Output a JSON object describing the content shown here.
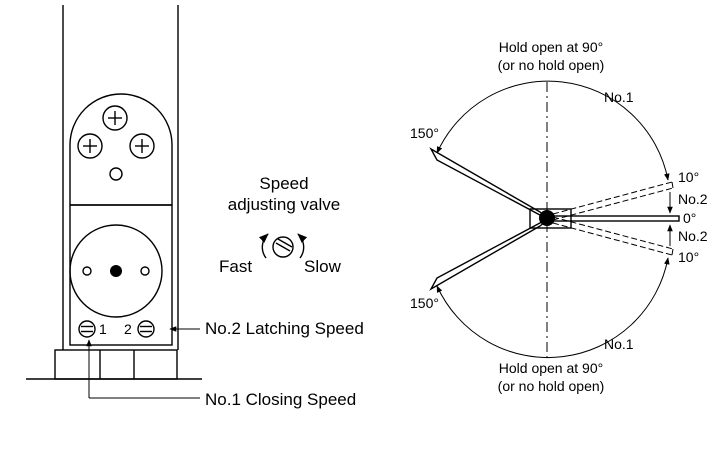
{
  "left": {
    "valve_title_line1": "Speed",
    "valve_title_line2": "adjusting valve",
    "fast_label": "Fast",
    "slow_label": "Slow",
    "screw1_number": "1",
    "screw2_number": "2",
    "latching_label": "No.2 Latching Speed",
    "closing_label": "No.1 Closing Speed"
  },
  "right": {
    "hold_top_line1": "Hold open at 90°",
    "hold_top_line2": "(or no hold open)",
    "hold_bottom_line1": "Hold open at 90°",
    "hold_bottom_line2": "(or no hold open)",
    "no1_top": "No.1",
    "no1_bottom": "No.1",
    "angle_150_top": "150°",
    "angle_150_bottom": "150°",
    "angle_10_top": "10°",
    "angle_10_bottom": "10°",
    "angle_0": "0°",
    "no2_upper": "No.2",
    "no2_lower": "No.2"
  }
}
